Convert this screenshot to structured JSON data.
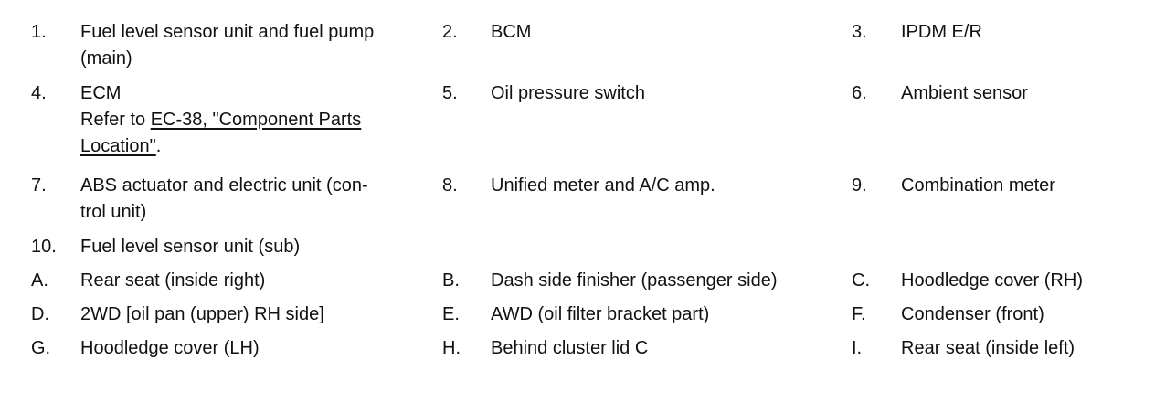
{
  "items": [
    {
      "num": "1.",
      "lines": [
        "Fuel level sensor unit and fuel pump",
        "(main)"
      ]
    },
    {
      "num": "2.",
      "text": "BCM"
    },
    {
      "num": "3.",
      "text": "IPDM E/R"
    },
    {
      "num": "4.",
      "text": "ECM",
      "ref_prefix": "Refer to ",
      "ref_link_lines": [
        "EC-38, \"Component Parts ",
        "Location\""
      ],
      "ref_suffix": "."
    },
    {
      "num": "5.",
      "text": "Oil pressure switch"
    },
    {
      "num": "6.",
      "text": "Ambient sensor"
    },
    {
      "num": "7.",
      "lines": [
        "ABS actuator and electric unit (con-",
        "trol unit)"
      ]
    },
    {
      "num": "8.",
      "text": "Unified meter and A/C amp."
    },
    {
      "num": "9.",
      "text": "Combination meter"
    },
    {
      "num": "10.",
      "text": "Fuel level sensor unit (sub)"
    },
    {
      "num": "A.",
      "text": "Rear seat (inside right)"
    },
    {
      "num": "B.",
      "text": "Dash side finisher (passenger side)"
    },
    {
      "num": "C.",
      "text": "Hoodledge cover (RH)"
    },
    {
      "num": "D.",
      "text": "2WD [oil pan (upper) RH side]"
    },
    {
      "num": "E.",
      "text": "AWD (oil filter bracket part)"
    },
    {
      "num": "F.",
      "text": "Condenser (front)"
    },
    {
      "num": "G.",
      "text": "Hoodledge cover (LH)"
    },
    {
      "num": "H.",
      "text": "Behind cluster lid C"
    },
    {
      "num": "I.",
      "text": "Rear seat (inside left)"
    }
  ]
}
